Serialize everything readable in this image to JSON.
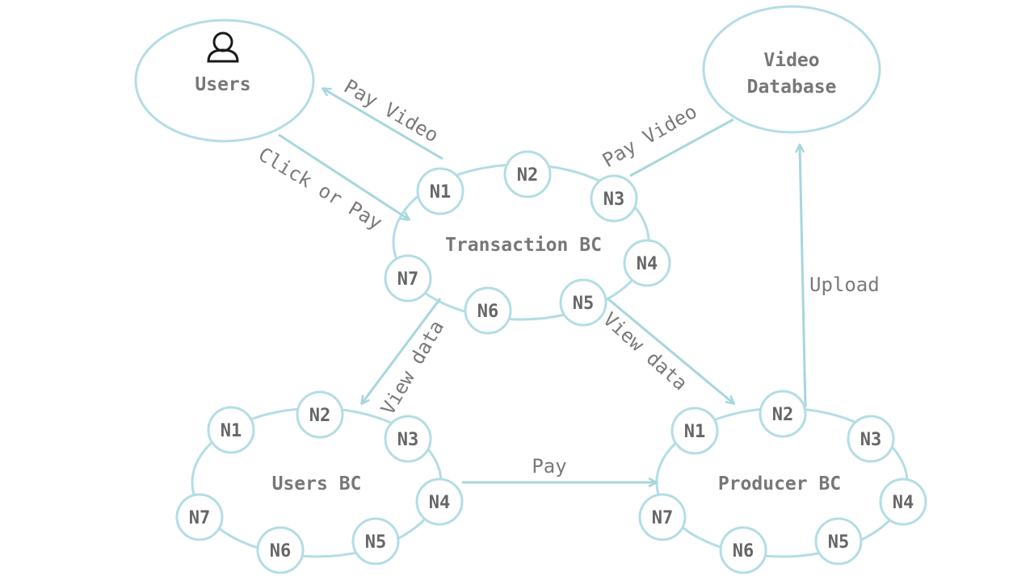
{
  "colors": {
    "stroke": "#b3dde4",
    "text": "#7a7a7a",
    "icon": "#1a1a1a"
  },
  "users": {
    "label": "Users",
    "icon": "user-icon"
  },
  "video_db": {
    "line1": "Video",
    "line2": "Database"
  },
  "transaction_bc": {
    "title": "Transaction BC",
    "nodes": [
      "N1",
      "N2",
      "N3",
      "N4",
      "N5",
      "N6",
      "N7"
    ]
  },
  "users_bc": {
    "title": "Users BC",
    "nodes": [
      "N1",
      "N2",
      "N3",
      "N4",
      "N5",
      "N6",
      "N7"
    ]
  },
  "producer_bc": {
    "title": "Producer BC",
    "nodes": [
      "N1",
      "N2",
      "N3",
      "N4",
      "N5",
      "N6",
      "N7"
    ]
  },
  "edges": {
    "pay_video_users": "Pay Video",
    "click_or_pay": "Click or Pay",
    "pay_video_db": "Pay Video",
    "upload": "Upload",
    "view_data_left": "View data",
    "view_data_right": "View data",
    "pay": "Pay"
  }
}
